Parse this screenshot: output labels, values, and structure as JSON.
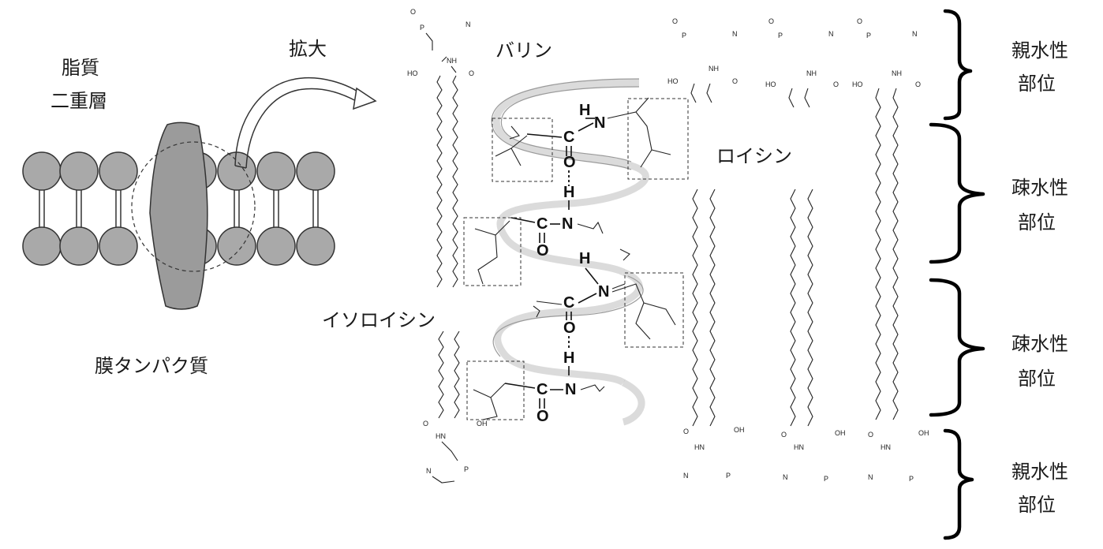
{
  "labels": {
    "lipid_bilayer_line1": "脂質",
    "lipid_bilayer_line2": "二重層",
    "membrane_protein": "膜タンパク質",
    "enlarge": "拡大",
    "valine": "バリン",
    "leucine": "ロイシン",
    "isoleucine": "イソロイシン"
  },
  "regions": [
    {
      "line1": "親水性",
      "line2": "部位"
    },
    {
      "line1": "疎水性",
      "line2": "部位"
    },
    {
      "line1": "疎水性",
      "line2": "部位"
    },
    {
      "line1": "親水性",
      "line2": "部位"
    }
  ],
  "atoms": {
    "H": "H",
    "N": "N",
    "C": "C",
    "O": "O"
  },
  "chem_small": {
    "ho": "HO",
    "nh": "NH",
    "oh": "OH",
    "hn": "HN",
    "o": "O",
    "p": "P",
    "n": "N"
  },
  "colors": {
    "lipid_head": "#a9a9a9",
    "protein": "#9b9b9b",
    "helix": "#bdbdbd",
    "ink": "#111111"
  }
}
